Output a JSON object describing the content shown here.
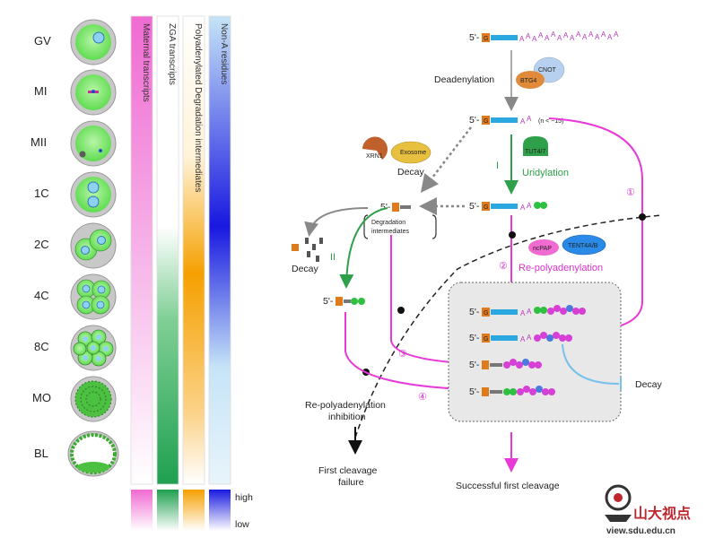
{
  "stages": [
    "GV",
    "MI",
    "MII",
    "1C",
    "2C",
    "4C",
    "8C",
    "MO",
    "BL"
  ],
  "bars": [
    {
      "label": "Maternal transcripts",
      "color": "#f06ad2"
    },
    {
      "label": "ZGA transcripts",
      "color": "#1fa050"
    },
    {
      "label": "Polyadenylated Degradation intermediates",
      "color": "#f5a000"
    },
    {
      "label": "Non-A residues",
      "color": "#1818e0"
    }
  ],
  "legend": {
    "high": "high",
    "low": "low"
  },
  "labels": {
    "five_prime": "5'-",
    "g": "G",
    "deadenylation": "Deadenylation",
    "btg4": "BTG4",
    "cnot": "CNOT",
    "n_less": "(n < ~15)",
    "xrn1": "XRN1",
    "exosome": "Exosome",
    "decay": "Decay",
    "tut47": "TUT4/7",
    "roman1": "I",
    "uridylation": "Uridylation",
    "circ1": "①",
    "deg_intermediates": "Degradation intermediates",
    "roman2": "II",
    "circ2": "②",
    "ncpap": "ncPAP",
    "tent4ab": "TENT4A/B",
    "repolyadenylation": "Re-polyadenylation",
    "circ3": "③",
    "circ4": "④",
    "repoly_inhibition": "Re-polyadenylation inhibition",
    "first_failure": "First cleavage failure",
    "success": "Successful first cleavage",
    "decay_right": "Decay"
  },
  "logo": {
    "name": "山大视点",
    "url": "view.sdu.edu.cn"
  }
}
